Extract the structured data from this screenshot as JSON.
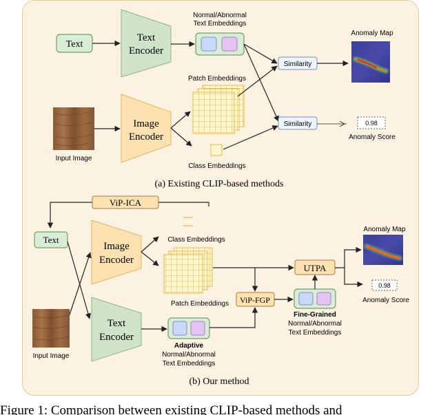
{
  "panel_a": {
    "text_input": "Text",
    "text_encoder": [
      "Text",
      "Encoder"
    ],
    "text_embeddings_label": [
      "Normal/Abnormal",
      "Text Embeddings"
    ],
    "patch_embeddings_label": "Patch Embeddings",
    "image_encoder": [
      "Image",
      "Encoder"
    ],
    "input_image_label": "Input Image",
    "class_embeddings_label": "Class Embeddings",
    "similarity_1": "Similarity",
    "similarity_2": "Similarity",
    "anomaly_map_label": "Anomaly Map",
    "score_value": "0.98",
    "anomaly_score_label": "Anomaly Score",
    "caption": "(a) Existing CLIP-based methods"
  },
  "panel_b": {
    "vip_ica": "ViP-ICA",
    "text_input": "Text",
    "image_encoder": [
      "Image",
      "Encoder"
    ],
    "class_embeddings_label": "Class Embeddings",
    "patch_embeddings_label": "Patch Embeddings",
    "text_encoder": [
      "Text",
      "Encoder"
    ],
    "input_image_label": "Input Image",
    "adaptive_bold": "Adaptive",
    "adaptive_label": [
      "Normal/Abnormal",
      "Text Embeddings"
    ],
    "vip_fgp": "ViP-FGP",
    "fine_grained_bold": "Fine-Grained",
    "fine_grained_label": [
      "Normal/Abnormal",
      "Text Embeddings"
    ],
    "utpa": "UTPA",
    "anomaly_map_label": "Anomaly Map",
    "score_value": "0.98",
    "anomaly_score_label": "Anomaly Score",
    "caption": "(b) Our method"
  },
  "figure_caption_fragment": "Figure 1:   Comparison between existing CLIP-based methods and"
}
